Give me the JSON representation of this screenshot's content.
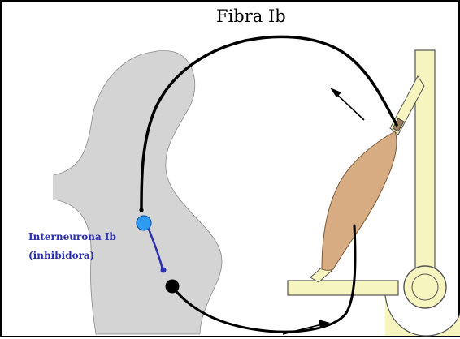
{
  "title": "Fibra Ib",
  "interneuron": {
    "line1": "Interneurona Ib",
    "line2": "(inhibidora)"
  },
  "colors": {
    "spinal_cord_gray": "#d4d4d4",
    "muscle": "#d8ac82",
    "tendon_bone": "#f6f4bf",
    "interneuron_soma": "#2f9bf0",
    "interneuron_axon": "#2a2fb0",
    "label_blue": "#2a2fb0"
  }
}
